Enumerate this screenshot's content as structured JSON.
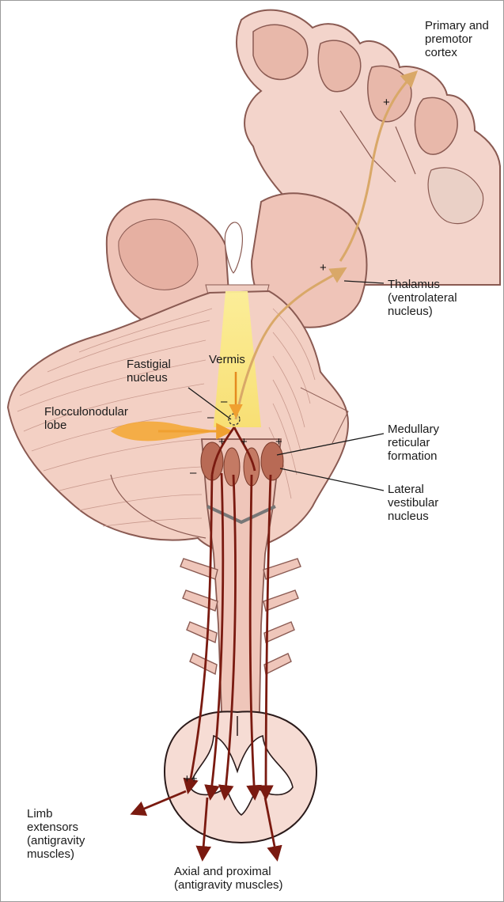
{
  "labels": {
    "cortex": [
      "Primary and",
      "premotor",
      "cortex"
    ],
    "thalamus": [
      "Thalamus",
      "(ventrolateral",
      "nucleus)"
    ],
    "vermis": "Vermis",
    "fastigial": [
      "Fastigial",
      "nucleus"
    ],
    "flocculonodular": [
      "Flocculonodular",
      "lobe"
    ],
    "medullary": [
      "Medullary",
      "reticular",
      "formation"
    ],
    "lateral_vestibular": [
      "Lateral",
      "vestibular",
      "nucleus"
    ],
    "limb_extensors": [
      "Limb",
      "extensors",
      "(antigravity",
      "muscles)"
    ],
    "axial": [
      "Axial and proximal",
      "(antigravity muscles)"
    ]
  },
  "signs": {
    "plus": "+",
    "minus": "–",
    "plus_plus": "++"
  },
  "colors": {
    "tissue": "#f2d2c8",
    "tissue_outline": "#8a5a52",
    "tissue_dark": "#dcb0a4",
    "vermis_highlight": "#fbeb8c",
    "cortical_path": "#d9a868",
    "flocculus_path": "#f0a030",
    "descending_path": "#7a1a10",
    "nucleus": "#b86a55"
  }
}
